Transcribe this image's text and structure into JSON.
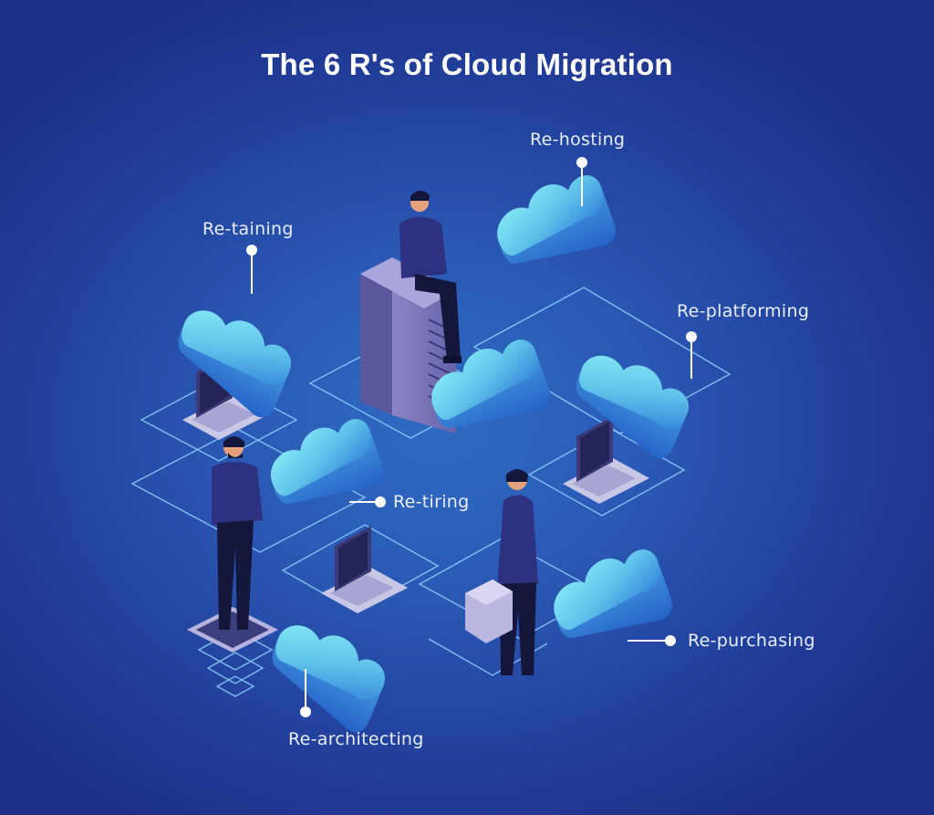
{
  "title": "The 6 R's of Cloud Migration",
  "strategies": [
    {
      "label": "Re-hosting"
    },
    {
      "label": "Re-taining"
    },
    {
      "label": "Re-platforming"
    },
    {
      "label": "Re-tiring"
    },
    {
      "label": "Re-purchasing"
    },
    {
      "label": "Re-architecting"
    }
  ],
  "colors": {
    "background": "#2a56b0",
    "cloud": "#7fd6f0",
    "grid_line": "#8fd2ff",
    "server": "#7b77b8",
    "suit": "#25266b",
    "text": "#ffffff"
  }
}
